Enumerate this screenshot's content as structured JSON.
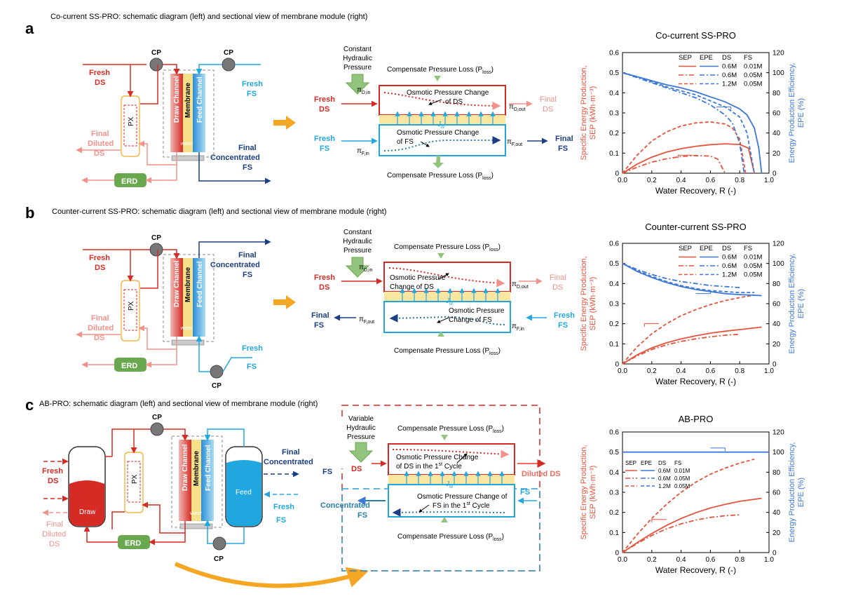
{
  "colors": {
    "ds_dark": "#d62a24",
    "ds_light": "#f2928a",
    "fs_light": "#21a7e0",
    "fs_dark": "#1b3f86",
    "sep_curve": "#e5533d",
    "epe_curve": "#3c78d8",
    "erd": "#6aa84f",
    "arrow_orange": "#f5a623",
    "green_arrow": "#93c47d"
  },
  "panels": {
    "a": {
      "letter": "a",
      "heading": "Co-current SS-PRO: schematic diagram (left) and sectional view of membrane module (right)",
      "fresh_ds": [
        "Fresh",
        "DS"
      ],
      "final_ds": [
        "Final",
        "Diluted",
        "DS"
      ],
      "fresh_fs": [
        "Fresh",
        "FS"
      ],
      "final_fs": [
        "Final",
        "Concentrated",
        "FS"
      ],
      "cp": "CP",
      "erd": "ERD",
      "px": "PX",
      "channels": [
        "Draw Channel",
        "Membrane",
        "Feed Channel"
      ],
      "water": "water",
      "hyd_pressure": [
        "Constant",
        "Hydraulic",
        "Pressure"
      ],
      "loss_top": "Compensate Pressure Loss (P",
      "loss_bottom": "Compensate Pressure Loss (P",
      "loss_sub": "loss",
      "loss_close": ")",
      "ds_in": [
        "Fresh",
        "DS"
      ],
      "ds_out": [
        "Final",
        "DS"
      ],
      "fs_in": [
        "Fresh",
        "FS"
      ],
      "fs_out": [
        "Final",
        "FS"
      ],
      "osm_ds": [
        "Osmotic Pressure Change",
        "of DS"
      ],
      "osm_fs": [
        "Osmotic Pressure Change",
        "of FS"
      ],
      "jw": "J",
      "jw_sub": "w",
      "pi_d_in": "π",
      "pi_d_in_sub": "D,in",
      "pi_d_out": "π",
      "pi_d_out_sub": "D,out",
      "pi_f_in": "π",
      "pi_f_in_sub": "F,in",
      "pi_f_out": "π",
      "pi_f_out_sub": "F,out"
    },
    "b": {
      "letter": "b",
      "heading": "Counter-current SS-PRO: schematic diagram (left) and sectional view of membrane module (right)",
      "fresh_ds": [
        "Fresh",
        "DS"
      ],
      "final_ds": [
        "Final",
        "Diluted",
        "DS"
      ],
      "fresh_fs": [
        "Fresh",
        "FS"
      ],
      "final_fs": [
        "Final",
        "Concentrated",
        "FS"
      ],
      "cp": "CP",
      "erd": "ERD",
      "px": "PX",
      "channels": [
        "Draw Channel",
        "Membrane",
        "Feed Channel"
      ],
      "water": "water",
      "hyd_pressure": [
        "Constant",
        "Hydraulic",
        "Pressure"
      ],
      "loss_top": "Compensate Pressure Loss (P",
      "loss_bottom": "Compensate Pressure Loss (P",
      "loss_sub": "loss",
      "loss_close": ")",
      "ds_in": [
        "Fresh",
        "DS"
      ],
      "ds_out": [
        "Final",
        "DS"
      ],
      "fs_in": [
        "Fresh",
        "FS"
      ],
      "fs_out": [
        "Final",
        "FS"
      ],
      "osm_ds": [
        "Osmotic Pressure",
        "Change of DS"
      ],
      "osm_fs": [
        "Osmotic Pressure",
        "Change of FS"
      ],
      "jw": "J",
      "jw_sub": "w"
    },
    "c": {
      "letter": "c",
      "heading": "AB-PRO: schematic diagram (left) and sectional view of membrane module (right)",
      "fresh_ds": [
        "Fresh",
        "DS"
      ],
      "final_ds": [
        "Final",
        "Diluted",
        "DS"
      ],
      "fresh_fs": [
        "Fresh",
        "FS"
      ],
      "final_fs": [
        "Final",
        "Concentrated",
        "FS"
      ],
      "cp": "CP",
      "erd": "ERD",
      "px": "PX",
      "draw": "Draw",
      "feed": "Feed",
      "channels": [
        "Draw Channel",
        "Membrane",
        "Feed Channel"
      ],
      "water": "water",
      "hyd_pressure": [
        "Variable",
        "Hydraulic",
        "Pressure"
      ],
      "loss_top": "Compensate Pressure Loss (P",
      "loss_bottom": "Compensate Pressure Loss (P",
      "loss_sub": "loss",
      "loss_close": ")",
      "ds_in": "DS",
      "ds_out": "Diluted DS",
      "fs_in": "FS",
      "fs_out": [
        "Concentrated",
        "FS"
      ],
      "osm_ds": [
        "Osmotic Pressure Change",
        "of DS in the 1",
        "st",
        " Cycle"
      ],
      "osm_fs": [
        "Osmotic Pressure Change of",
        "FS in the 1",
        "st",
        " Cycle"
      ],
      "jw": "J",
      "jw_sub": "w"
    }
  },
  "chart_data": [
    {
      "type": "line",
      "title": "Co-current SS-PRO",
      "xlabel": "Water Recovery, R (-)",
      "ylabel_left": [
        "Specific Energy Production,",
        "SEP (kWh·m⁻³)"
      ],
      "ylabel_right": [
        "Energy Production Efficiency,",
        "EPE (%)"
      ],
      "xlim": [
        0,
        1.0
      ],
      "ylim_left": [
        0,
        0.6
      ],
      "ylim_right": [
        0,
        120
      ],
      "xticks": [
        "0.0",
        "0.2",
        "0.4",
        "0.6",
        "0.8",
        "1.0"
      ],
      "yticks_left": [
        "0",
        "0.1",
        "0.2",
        "0.3",
        "0.4",
        "0.5",
        "0.6"
      ],
      "yticks_right": [
        "0",
        "20",
        "40",
        "60",
        "80",
        "100",
        "120"
      ],
      "legend": {
        "headers": [
          "SEP",
          "EPE",
          "DS",
          "FS"
        ],
        "rows": [
          [
            "0.6M",
            "0.01M"
          ],
          [
            "0.6M",
            "0.05M"
          ],
          [
            "1.2M",
            "0.05M"
          ]
        ],
        "placement": "top-right"
      },
      "series": [
        {
          "axis": "left",
          "style": "solid",
          "x": [
            0,
            0.1,
            0.2,
            0.3,
            0.4,
            0.5,
            0.6,
            0.7,
            0.8,
            0.86,
            0.9
          ],
          "y": [
            0,
            0.045,
            0.08,
            0.105,
            0.122,
            0.134,
            0.142,
            0.146,
            0.143,
            0.125,
            0
          ]
        },
        {
          "axis": "left",
          "style": "dashdot",
          "x": [
            0,
            0.1,
            0.2,
            0.3,
            0.4,
            0.5,
            0.6,
            0.65,
            0.7
          ],
          "y": [
            0,
            0.03,
            0.055,
            0.072,
            0.083,
            0.088,
            0.085,
            0.07,
            0
          ]
        },
        {
          "axis": "left",
          "style": "dash",
          "x": [
            0,
            0.1,
            0.2,
            0.3,
            0.4,
            0.5,
            0.6,
            0.7,
            0.75,
            0.8,
            0.84
          ],
          "y": [
            0,
            0.09,
            0.16,
            0.205,
            0.235,
            0.25,
            0.255,
            0.245,
            0.225,
            0.17,
            0
          ]
        },
        {
          "axis": "right",
          "style": "solid",
          "x": [
            0,
            0.1,
            0.2,
            0.3,
            0.4,
            0.5,
            0.6,
            0.7,
            0.8,
            0.85,
            0.9,
            0.93,
            0.95
          ],
          "y": [
            100,
            96,
            92,
            88,
            85,
            81,
            76,
            71,
            64,
            58,
            45,
            25,
            0
          ]
        },
        {
          "axis": "right",
          "style": "dashdot",
          "x": [
            0,
            0.1,
            0.2,
            0.3,
            0.4,
            0.5,
            0.6,
            0.7,
            0.75,
            0.8,
            0.83
          ],
          "y": [
            100,
            95,
            90,
            85,
            80,
            75,
            68,
            58,
            50,
            30,
            0
          ]
        },
        {
          "axis": "right",
          "style": "dash",
          "x": [
            0,
            0.1,
            0.2,
            0.3,
            0.4,
            0.5,
            0.6,
            0.7,
            0.8,
            0.85,
            0.9
          ],
          "y": [
            100,
            96,
            91,
            86,
            82,
            78,
            72,
            66,
            56,
            40,
            0
          ]
        }
      ]
    },
    {
      "type": "line",
      "title": "Counter-current SS-PRO",
      "xlabel": "Water Recovery, R (-)",
      "ylabel_left": [
        "Specific Energy Production,",
        "SEP (kWh·m⁻³)"
      ],
      "ylabel_right": [
        "Energy Production Efficiency,",
        "EPE (%)"
      ],
      "xlim": [
        0,
        1.0
      ],
      "ylim_left": [
        0,
        0.6
      ],
      "ylim_right": [
        0,
        120
      ],
      "xticks": [
        "0.0",
        "0.2",
        "0.4",
        "0.6",
        "0.8",
        "1.0"
      ],
      "yticks_left": [
        "0",
        "0.1",
        "0.2",
        "0.3",
        "0.4",
        "0.5",
        "0.6"
      ],
      "yticks_right": [
        "0",
        "20",
        "40",
        "60",
        "80",
        "100",
        "120"
      ],
      "legend": {
        "headers": [
          "SEP",
          "EPE",
          "DS",
          "FS"
        ],
        "rows": [
          [
            "0.6M",
            "0.01M"
          ],
          [
            "0.6M",
            "0.05M"
          ],
          [
            "1.2M",
            "0.05M"
          ]
        ],
        "placement": "top-right"
      },
      "series": [
        {
          "axis": "left",
          "style": "solid",
          "x": [
            0,
            0.1,
            0.2,
            0.3,
            0.4,
            0.5,
            0.6,
            0.7,
            0.8,
            0.95
          ],
          "y": [
            0,
            0.045,
            0.08,
            0.105,
            0.125,
            0.14,
            0.153,
            0.163,
            0.171,
            0.183
          ]
        },
        {
          "axis": "left",
          "style": "dashdot",
          "x": [
            0,
            0.1,
            0.2,
            0.3,
            0.4,
            0.5,
            0.6,
            0.7,
            0.8
          ],
          "y": [
            0,
            0.04,
            0.072,
            0.095,
            0.112,
            0.125,
            0.135,
            0.143,
            0.148
          ]
        },
        {
          "axis": "left",
          "style": "dash",
          "x": [
            0,
            0.1,
            0.2,
            0.3,
            0.4,
            0.5,
            0.6,
            0.7,
            0.8,
            0.9
          ],
          "y": [
            0,
            0.085,
            0.15,
            0.2,
            0.24,
            0.27,
            0.295,
            0.315,
            0.33,
            0.343
          ]
        },
        {
          "axis": "right",
          "style": "solid",
          "x": [
            0,
            0.1,
            0.2,
            0.3,
            0.4,
            0.5,
            0.6,
            0.7,
            0.8,
            0.95
          ],
          "y": [
            100,
            92,
            86,
            81,
            77,
            74,
            72,
            70,
            69,
            68
          ]
        },
        {
          "axis": "right",
          "style": "dashdot",
          "x": [
            0,
            0.1,
            0.2,
            0.3,
            0.4,
            0.5,
            0.6,
            0.7,
            0.8
          ],
          "y": [
            100,
            94,
            89,
            85,
            82,
            80,
            78,
            77,
            76
          ]
        },
        {
          "axis": "right",
          "style": "dash",
          "x": [
            0,
            0.1,
            0.2,
            0.3,
            0.4,
            0.5,
            0.6,
            0.7,
            0.8,
            0.9
          ],
          "y": [
            100,
            93,
            87,
            82,
            78,
            75,
            73,
            72,
            71,
            71
          ]
        }
      ]
    },
    {
      "type": "line",
      "title": "AB-PRO",
      "xlabel": "Water Recovery, R (-)",
      "ylabel_left": [
        "Specific Energy Production,",
        "SEP (kWh·m⁻³)"
      ],
      "ylabel_right": [
        "Energy Production Efficiency,",
        "EPE (%)"
      ],
      "xlim": [
        0,
        1.0
      ],
      "ylim_left": [
        0,
        0.6
      ],
      "ylim_right": [
        0,
        120
      ],
      "xticks": [
        "0.0",
        "0.2",
        "0.4",
        "0.6",
        "0.8",
        "1.0"
      ],
      "yticks_left": [
        "0",
        "0.1",
        "0.2",
        "0.3",
        "0.4",
        "0.5",
        "0.6"
      ],
      "yticks_right": [
        "0",
        "20",
        "40",
        "60",
        "80",
        "100",
        "120"
      ],
      "legend": {
        "headers": [
          "SEP",
          "EPE",
          "DS",
          "FS"
        ],
        "rows": [
          [
            "0.6M",
            "0.01M"
          ],
          [
            "0.6M",
            "0.05M"
          ],
          [
            "1.2M",
            "0.05M"
          ]
        ],
        "placement": "top-left"
      },
      "series": [
        {
          "axis": "left",
          "style": "solid",
          "x": [
            0,
            0.1,
            0.2,
            0.3,
            0.4,
            0.5,
            0.6,
            0.7,
            0.8,
            0.95
          ],
          "y": [
            0,
            0.05,
            0.095,
            0.135,
            0.17,
            0.198,
            0.222,
            0.24,
            0.255,
            0.27
          ]
        },
        {
          "axis": "left",
          "style": "dashdot",
          "x": [
            0,
            0.1,
            0.2,
            0.3,
            0.4,
            0.5,
            0.6,
            0.7,
            0.8
          ],
          "y": [
            0,
            0.045,
            0.085,
            0.118,
            0.143,
            0.162,
            0.175,
            0.183,
            0.188
          ]
        },
        {
          "axis": "left",
          "style": "dash",
          "x": [
            0,
            0.1,
            0.2,
            0.3,
            0.4,
            0.5,
            0.6,
            0.7,
            0.8,
            0.9
          ],
          "y": [
            0,
            0.09,
            0.17,
            0.24,
            0.3,
            0.35,
            0.39,
            0.42,
            0.445,
            0.465
          ]
        },
        {
          "axis": "right",
          "style": "solid",
          "x": [
            0,
            1.0
          ],
          "y": [
            100,
            100
          ]
        }
      ]
    }
  ]
}
